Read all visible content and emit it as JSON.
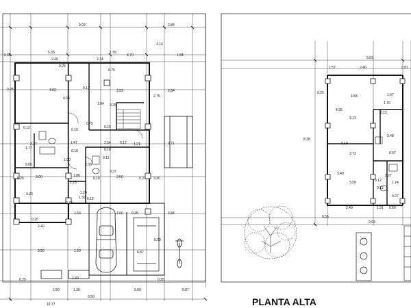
{
  "title": "PLANTA ALTA",
  "left_plan": {
    "top_dims": [
      "9.03",
      "2.84",
      "4.14",
      "5.33",
      "1.39",
      "4.70",
      "1.84",
      "2.40",
      "2.14",
      "0.60",
      "0.25",
      "0.75"
    ],
    "room_dims": [
      "4.83",
      "0.17",
      "3.53",
      "2.84",
      "4.00",
      "3.25",
      "1.84",
      "2.75",
      "0.25",
      "0.75",
      "0.10",
      "0.15",
      "0.12",
      "1.47",
      "2.54",
      "0.10",
      "0.12",
      "1.21",
      "2.71",
      "1.77",
      "2.37",
      "0.10",
      "0.60",
      "1.00",
      "2.30",
      "0.11",
      "0.25",
      "3.00",
      "1.80",
      "0.10",
      "3.37",
      "3.50",
      "0.27",
      "3.30",
      "3.23",
      "2.25",
      "1.20",
      "2.43",
      "0.12",
      "1.30",
      "0.25",
      "4.00",
      "0.25",
      "1.50",
      "2.40",
      "2.84",
      "5.00",
      "6.87",
      "3.50",
      "1.50",
      "0.25",
      "1.30"
    ],
    "bottom_dims": [
      "1.50",
      "1.30",
      "5.60",
      "0.87",
      "0.25",
      "18.77",
      "0.50"
    ]
  },
  "right_plan": {
    "dims": [
      "9.03",
      "1.57",
      "2.40",
      "0.81",
      "0.25",
      "4.83",
      "1.67",
      "4.35",
      "1.70",
      "3.13",
      "0.12",
      "0.10",
      "3.48",
      "8.38",
      "3.73",
      "0.07",
      "3.40",
      "2.27",
      "0.12",
      "1.74",
      "3.58",
      "0.12",
      "0.27",
      "2.40",
      "1.31",
      "0.60",
      "0.56",
      "9.03"
    ]
  }
}
